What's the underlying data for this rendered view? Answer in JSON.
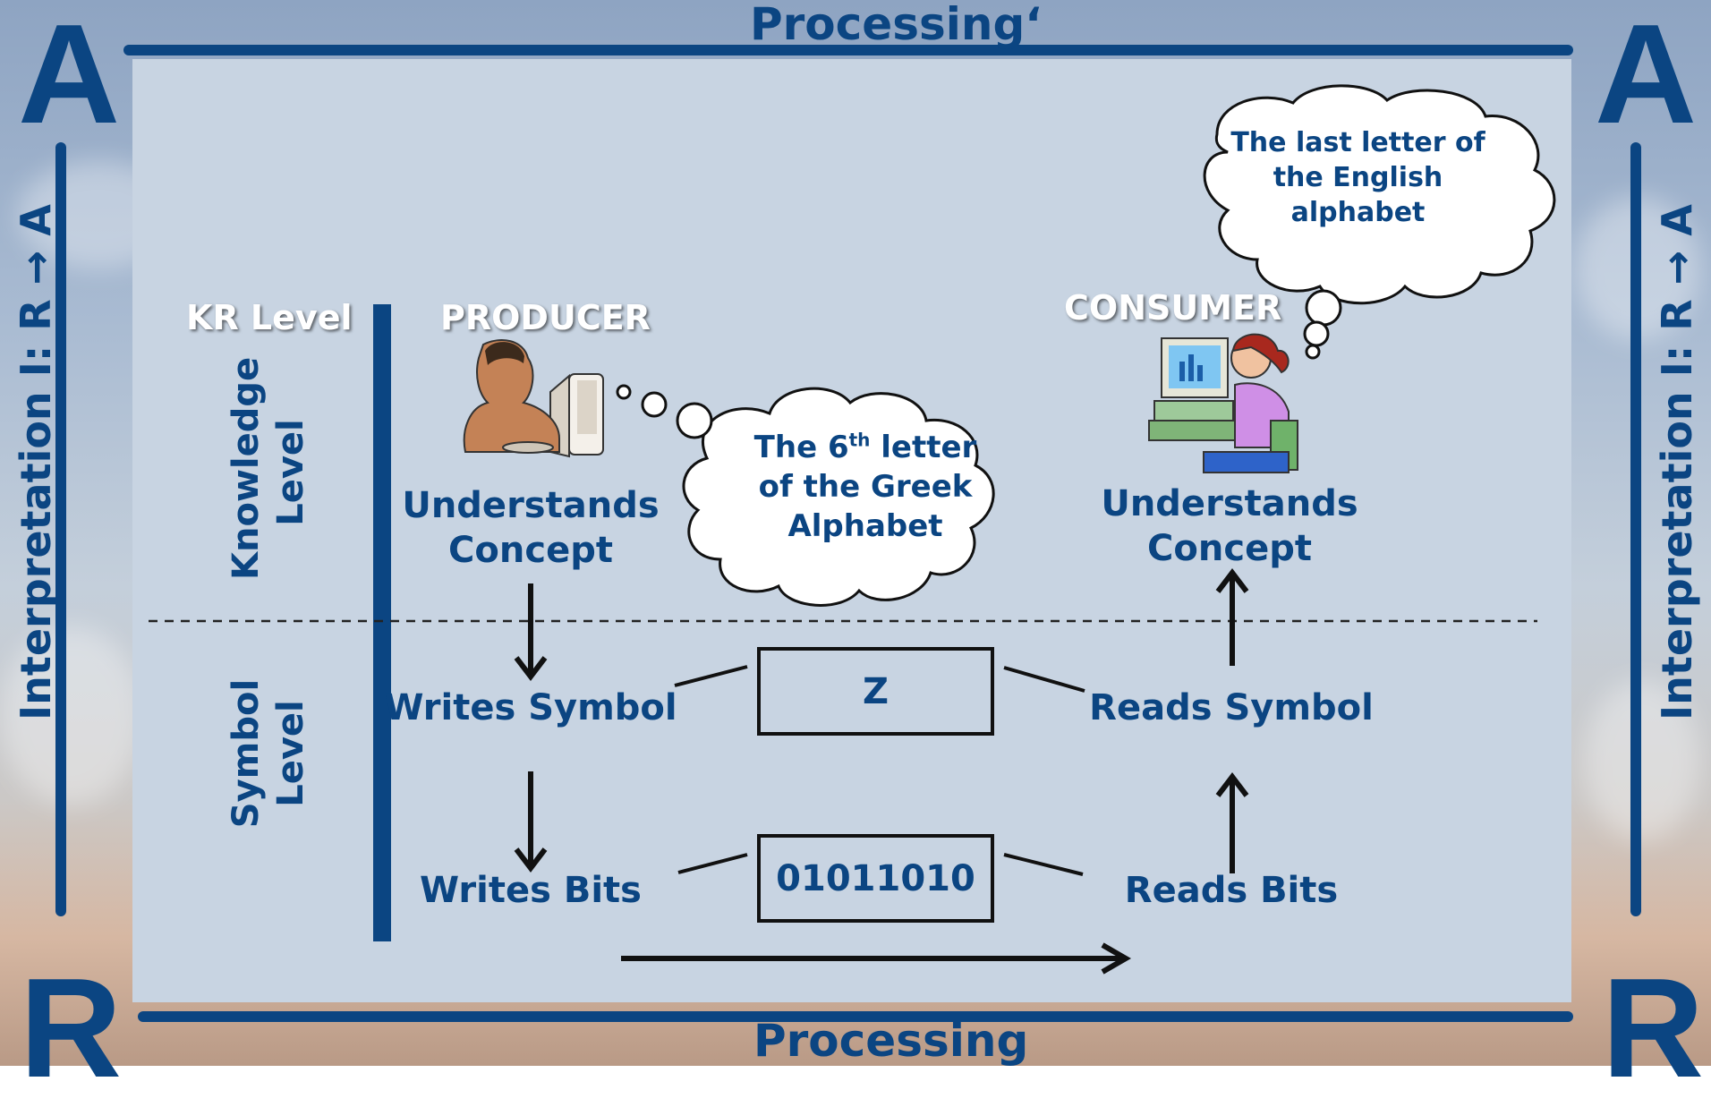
{
  "corners": {
    "top_left": "A",
    "top_right": "A",
    "bottom_left": "R",
    "bottom_right": "R"
  },
  "top_title": "Processing‘",
  "bottom_title": "Processing",
  "left_side_label": "Interpretation I: R → A",
  "right_side_label": "Interpretation I: R → A",
  "kr_level": "KR Level",
  "knowledge_level": {
    "line1": "Knowledge",
    "line2": "Level"
  },
  "symbol_level": {
    "line1": "Symbol",
    "line2": "Level"
  },
  "producer": {
    "title": "PRODUCER",
    "understands": {
      "line1": "Understands",
      "line2": "Concept"
    },
    "writes_symbol": "Writes Symbol",
    "writes_bits": "Writes Bits",
    "thought": {
      "pre": "The 6",
      "sup": "th",
      "post": " letter",
      "line2": "of the Greek",
      "line3": "Alphabet"
    }
  },
  "consumer": {
    "title": "CONSUMER",
    "understands": {
      "line1": "Understands",
      "line2": "Concept"
    },
    "reads_symbol": "Reads Symbol",
    "reads_bits": "Reads Bits",
    "thought": {
      "line1": "The last letter of",
      "line2": "the English",
      "line3": "alphabet"
    }
  },
  "symbol_box": "Z",
  "bits_box": "01011010",
  "colors": {
    "accent": "#0b4582",
    "panel": "#c8d4e2"
  }
}
